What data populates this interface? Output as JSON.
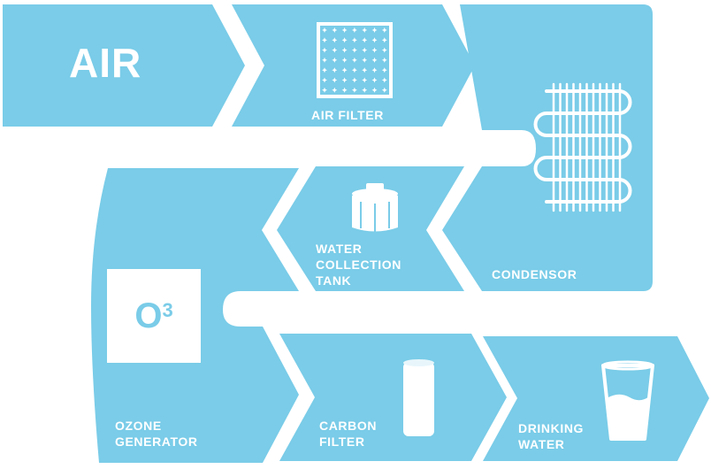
{
  "colors": {
    "tile": "#7acce8",
    "background": "#ffffff",
    "text": "#ffffff"
  },
  "steps": [
    {
      "id": "air",
      "label": "AIR"
    },
    {
      "id": "air-filter",
      "label": "AIR FILTER",
      "icon": "air-filter-icon"
    },
    {
      "id": "condensor",
      "label": "CONDENSOR",
      "icon": "condenser-coil-icon"
    },
    {
      "id": "water-collection-tank",
      "label_lines": [
        "WATER",
        "COLLECTION",
        "TANK"
      ],
      "icon": "water-tank-icon"
    },
    {
      "id": "ozone-generator",
      "label_lines": [
        "OZONE",
        "GENERATOR"
      ],
      "icon_text": "O",
      "icon_sup": "3"
    },
    {
      "id": "carbon-filter",
      "label_lines": [
        "CARBON",
        "FILTER"
      ],
      "icon": "carbon-filter-cylinder-icon"
    },
    {
      "id": "drinking-water",
      "label_lines": [
        "DRINKING",
        "WATER"
      ],
      "icon": "water-glass-icon"
    }
  ]
}
